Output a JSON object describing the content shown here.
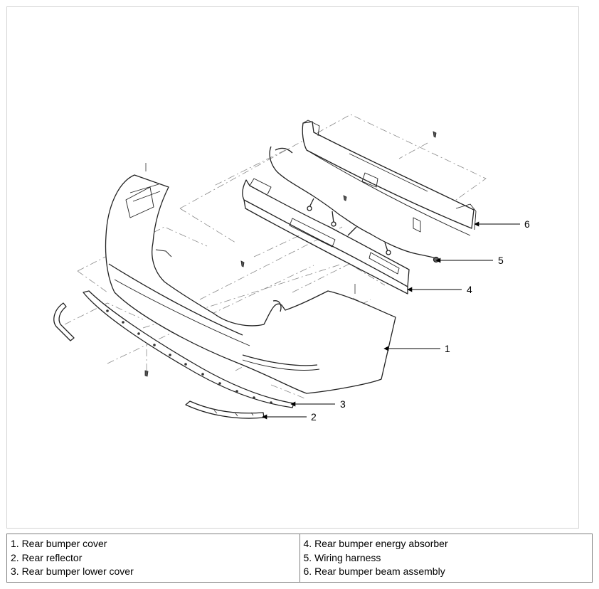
{
  "callouts": [
    {
      "id": "1",
      "label": "1"
    },
    {
      "id": "2",
      "label": "2"
    },
    {
      "id": "3",
      "label": "3"
    },
    {
      "id": "4",
      "label": "4"
    },
    {
      "id": "5",
      "label": "5"
    },
    {
      "id": "6",
      "label": "6"
    }
  ],
  "legend": {
    "left": [
      "1. Rear bumper cover",
      "2. Rear reflector",
      "3. Rear bumper lower cover"
    ],
    "right": [
      "4. Rear bumper energy absorber",
      "5. Wiring harness",
      "6. Rear bumper beam assembly"
    ]
  }
}
